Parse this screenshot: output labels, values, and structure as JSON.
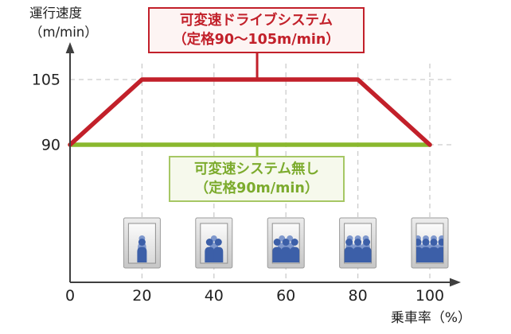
{
  "chart_data": {
    "type": "line",
    "xlabel": "乗車率（%）",
    "ylabel_lines": [
      "運行速度",
      "（m/min）"
    ],
    "xticks": [
      0,
      20,
      40,
      60,
      80,
      100
    ],
    "yticks": [
      90,
      105
    ],
    "xlim": [
      0,
      100
    ],
    "ylim": [
      80,
      112
    ],
    "grid": "dashed",
    "series": [
      {
        "name": "可変速ドライブシステム（定格90〜105m/min）",
        "color": "#c2202a",
        "points": [
          [
            0,
            90
          ],
          [
            20,
            105
          ],
          [
            80,
            105
          ],
          [
            100,
            90
          ]
        ]
      },
      {
        "name": "可変速システム無し（定格90m/min）",
        "color": "#8ab82e",
        "points": [
          [
            0,
            90
          ],
          [
            100,
            90
          ]
        ]
      }
    ],
    "annotations": [
      {
        "id": "variable-speed",
        "lines": [
          "可変速ドライブシステム",
          "（定格90〜105m/min）"
        ],
        "anchor_x": 52,
        "anchor_y": 105
      },
      {
        "id": "no-variable-speed",
        "lines": [
          "可変速システム無し",
          "（定格90m/min）"
        ],
        "anchor_x": 52,
        "anchor_y": 90
      }
    ],
    "load_icons": {
      "icon": "elevator-passengers-icon",
      "x_positions": [
        20,
        40,
        60,
        80,
        100
      ],
      "people_counts": [
        2,
        3,
        5,
        6,
        8
      ]
    }
  },
  "colors": {
    "red_line": "#c2202a",
    "green_line": "#8ab82e",
    "red_box_bg": "#fdf4f3",
    "green_box_bg": "#f6f9ec",
    "green_box_border": "#a6c764",
    "green_text": "#7cab2d",
    "grid": "#cccccc",
    "axis": "#3f3f3f",
    "text": "#222222",
    "people_front": "#3c5fa8",
    "people_back": "#7e97cc",
    "elevator_frame_stroke": "#9b9b9b",
    "elevator_inner_stroke": "#8f8f8f"
  }
}
